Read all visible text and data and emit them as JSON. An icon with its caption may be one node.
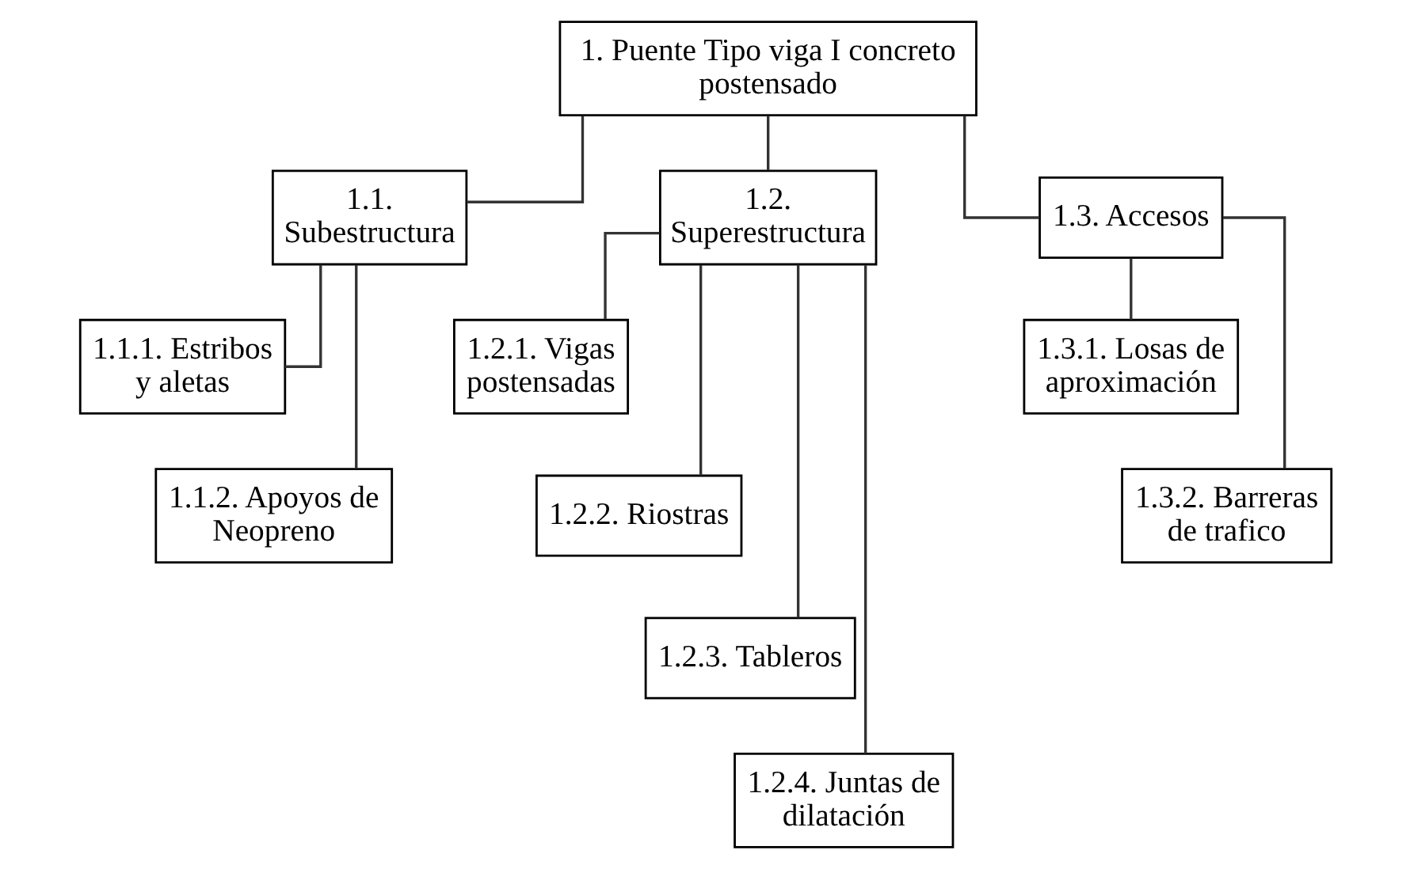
{
  "diagram": {
    "nodes": [
      {
        "text": [
          "1. Puente Tipo viga I concreto postensado"
        ]
      },
      {
        "text": [
          "1.1. Subestructura"
        ]
      },
      {
        "text": [
          "1.2. Superestructura"
        ]
      },
      {
        "text": [
          "1.3. Accesos"
        ]
      },
      {
        "text": [
          "1.1.1. Estribos y aletas"
        ]
      },
      {
        "text": [
          "1.1.2. Apoyos de Neopreno"
        ]
      },
      {
        "text": [
          "1.2.1. Vigas postensadas"
        ]
      },
      {
        "text": [
          "1.2.2. Riostras"
        ]
      },
      {
        "text": [
          "1.2.3. Tableros"
        ]
      },
      {
        "text": [
          "1.2.4. Juntas de dilatación"
        ]
      },
      {
        "text": [
          "1.3.1. Losas de aproximación"
        ]
      },
      {
        "text": [
          "1.3.2. Barreras de trafico"
        ]
      }
    ],
    "edges": [
      {
        "from": 0,
        "to": 1,
        "arrow": "none"
      },
      {
        "from": 0,
        "to": 2,
        "arrow": "none"
      },
      {
        "from": 0,
        "to": 3,
        "arrow": "none"
      },
      {
        "from": 1,
        "to": 4,
        "arrow": "none"
      },
      {
        "from": 1,
        "to": 5,
        "arrow": "none"
      },
      {
        "from": 2,
        "to": 6,
        "arrow": "none"
      },
      {
        "from": 2,
        "to": 7,
        "arrow": "none"
      },
      {
        "from": 2,
        "to": 8,
        "arrow": "none"
      },
      {
        "from": 2,
        "to": 9,
        "arrow": "none"
      },
      {
        "from": 3,
        "to": 10,
        "arrow": "none"
      },
      {
        "from": 3,
        "to": 11,
        "arrow": "none"
      }
    ]
  }
}
